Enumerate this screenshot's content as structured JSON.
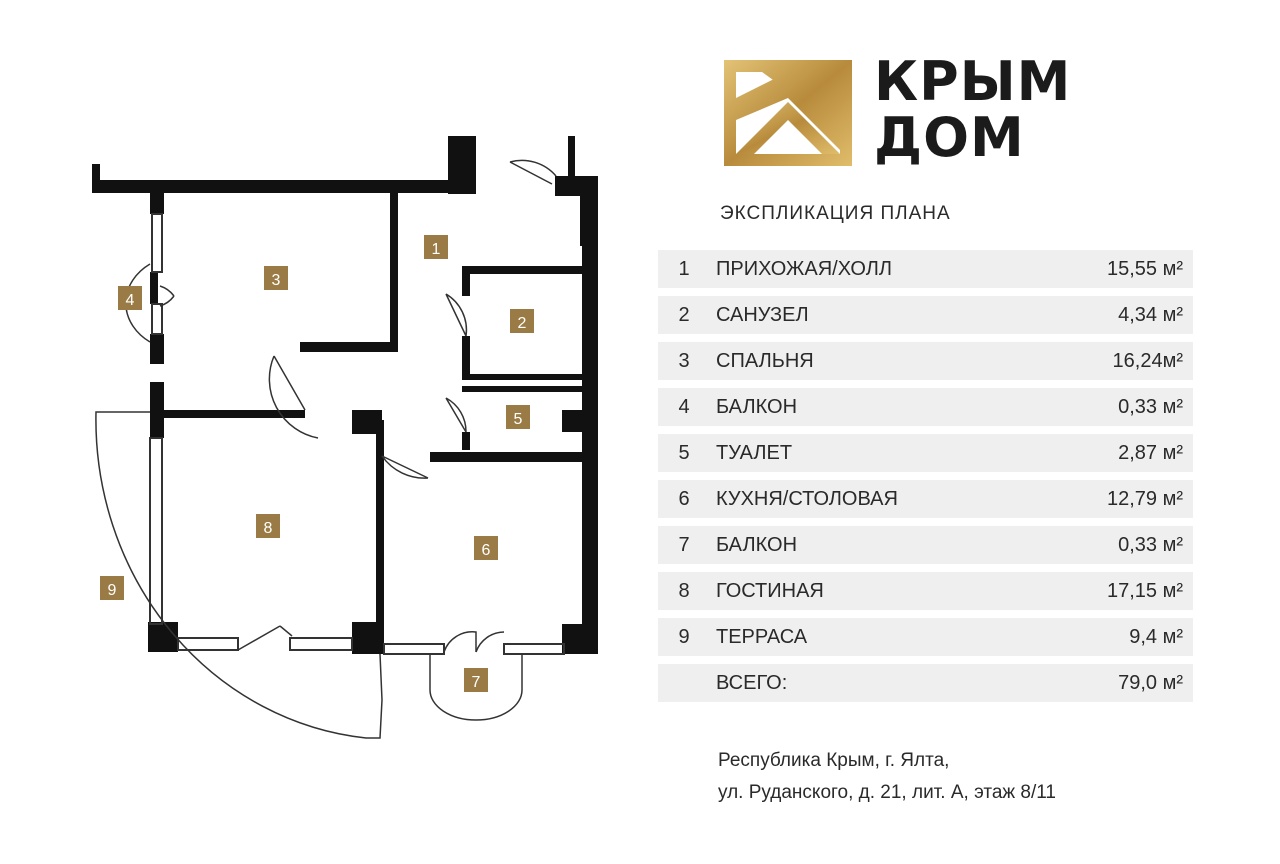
{
  "brand": {
    "line1": "КРЫМ",
    "line2": "ДОМ",
    "gold": "#c9a24a"
  },
  "subtitle": "ЭКСПЛИКАЦИЯ ПЛАНА",
  "rooms": [
    {
      "n": "1",
      "name": "ПРИХОЖАЯ/ХОЛЛ",
      "area": "15,55 м²"
    },
    {
      "n": "2",
      "name": "САНУЗЕЛ",
      "area": "4,34 м²"
    },
    {
      "n": "3",
      "name": "СПАЛЬНЯ",
      "area": "16,24м²"
    },
    {
      "n": "4",
      "name": "БАЛКОН",
      "area": "0,33 м²"
    },
    {
      "n": "5",
      "name": "ТУАЛЕТ",
      "area": "2,87 м²"
    },
    {
      "n": "6",
      "name": "КУХНЯ/СТОЛОВАЯ",
      "area": "12,79 м²"
    },
    {
      "n": "7",
      "name": "БАЛКОН",
      "area": "0,33 м²"
    },
    {
      "n": "8",
      "name": "ГОСТИНАЯ",
      "area": "17,15 м²"
    },
    {
      "n": "9",
      "name": "ТЕРРАСА",
      "area": "9,4 м²"
    }
  ],
  "total": {
    "label": "ВСЕГО:",
    "area": "79,0 м²"
  },
  "address": {
    "line1": "Республика Крым, г. Ялта,",
    "line2": "ул. Руданского, д. 21, лит. А, этаж 8/11"
  },
  "plan_labels": [
    "1",
    "2",
    "3",
    "4",
    "5",
    "6",
    "7",
    "8",
    "9"
  ],
  "colors": {
    "wall": "#111111",
    "marker": "#9b7b45",
    "row_bg": "#efefef"
  }
}
